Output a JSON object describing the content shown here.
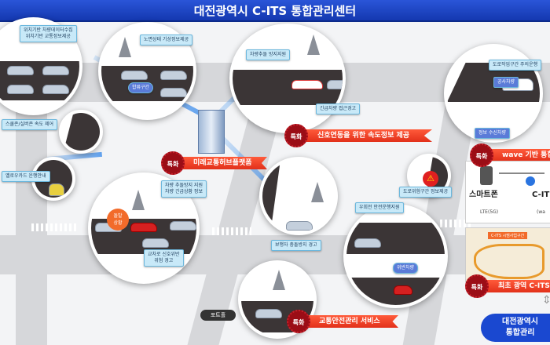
{
  "title": "대전광역시 C-ITS 통합관리센터",
  "callouts": [
    "위치기반 차량데이터수집\n위치기반 교통정보제공",
    "노면상태 기상정보제공",
    "차량추돌 방지지원",
    "긴급차량 접근경고",
    "스쿨존/실버존 속도 제어",
    "옐로우카드 운행안내",
    "도로작업구간 주의운행",
    "공사차량",
    "정보 수신차량",
    "도로위험구간 정보제공",
    "우회전 안전운행지원",
    "위반차량",
    "보행자 충돌방지 경고",
    "차량 추돌방지 지원\n차량 긴급상황 정보",
    "교차로 신호위반\n위험 경고",
    "합류구간"
  ],
  "badges": {
    "incident": "돌발\n상황",
    "pothole": "포트홀"
  },
  "seal_label": "특화",
  "ribbons": [
    "미래교통허브플랫폼",
    "신호연동을 위한 속도정보 제공",
    "wave 기반 통합",
    "최초 광역 C-ITS 구",
    "교통안전관리 서비스"
  ],
  "panel": {
    "device1": "스마트폰",
    "device1_sub": "LTE(5G)",
    "device2": "C-IT",
    "device2_sub": "(wa",
    "map_label": "C-ITS 시범사업구간"
  },
  "center_box": {
    "line1": "대전광역시",
    "line2": "통합관리"
  },
  "colors": {
    "title_bar": "#1e46c4",
    "ribbon": "#e8381f",
    "seal": "#9b0d16",
    "callout": "#c8e9f8"
  }
}
